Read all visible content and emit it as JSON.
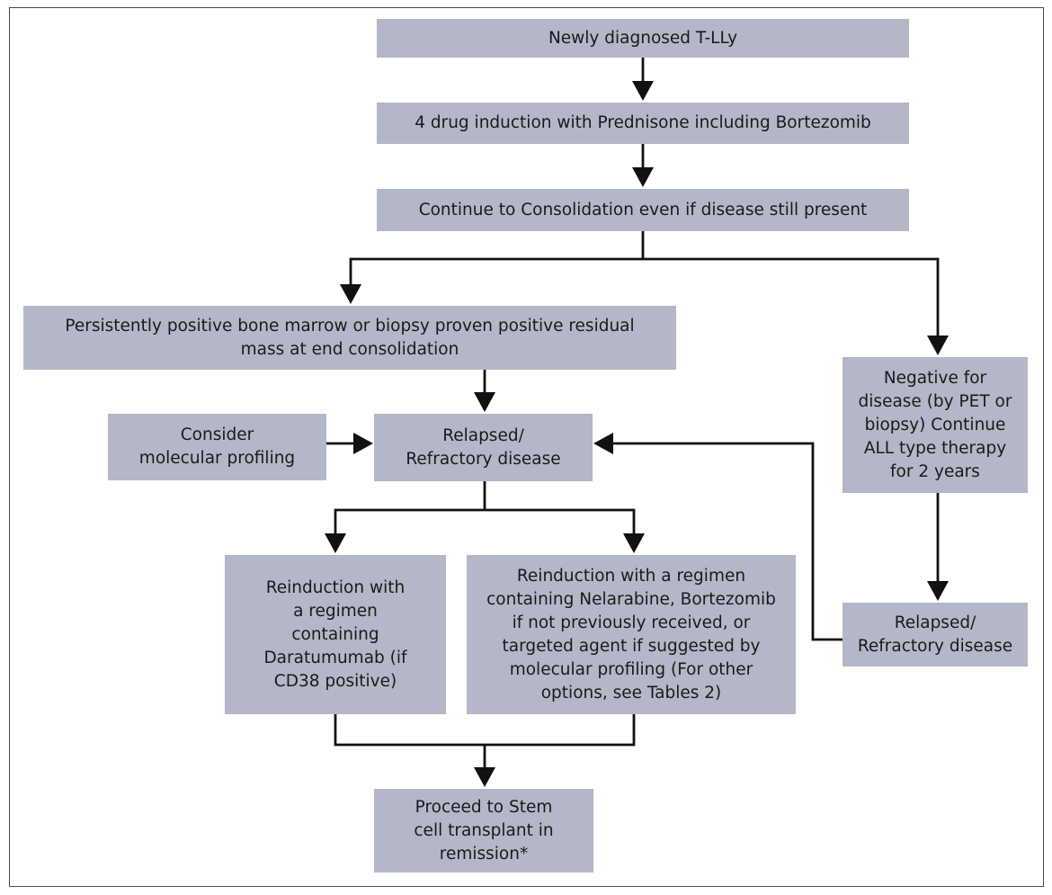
{
  "nodes": {
    "newly_diagnosed": "Newly diagnosed T-LLy",
    "induction": "4 drug induction with Prednisone including Bortezomib",
    "consolidation": "Continue to Consolidation even if disease still present",
    "persistent_positive": "Persistently positive bone marrow or biopsy proven positive residual\nmass at end consolidation",
    "negative_disease": "Negative for\ndisease (by PET or\nbiopsy) Continue\nALL type therapy\nfor 2 years",
    "molecular_profiling": "Consider\nmolecular profiling",
    "relapsed_center": "Relapsed/\nRefractory disease",
    "relapsed_right": "Relapsed/\nRefractory disease",
    "reinduction_daratumumab": "Reinduction with\na regimen\ncontaining\nDaratumumab (if\nCD38 positive)",
    "reinduction_nelarabine": "Reinduction with a regimen\ncontaining Nelarabine, Bortezomib\nif not previously received, or\ntargeted agent if suggested by\nmolecular profiling (For other\noptions, see Tables 2)",
    "stem_cell": "Proceed to Stem\ncell transplant in\nremission*"
  },
  "colors": {
    "box_fill": "#b4b7c8",
    "line": "#111111",
    "border": "#4a4a4a"
  }
}
